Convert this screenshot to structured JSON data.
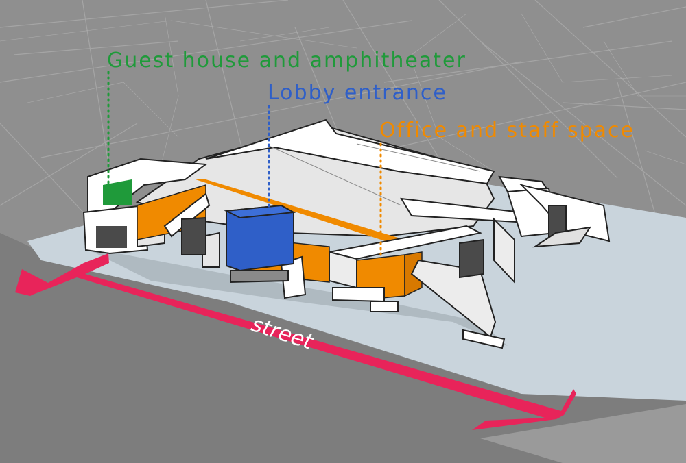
{
  "annotations": [
    {
      "id": "guest",
      "text": "Guest house and amphitheater",
      "color": "#1f9a3a"
    },
    {
      "id": "lobby",
      "text": "Lobby entrance",
      "color": "#2f5fc8"
    },
    {
      "id": "office",
      "text": "Office and staff space",
      "color": "#f08a00"
    }
  ],
  "street": {
    "label": "street",
    "color": "#e8245a",
    "label_color": "#ffffff"
  },
  "colors": {
    "background": "#8f8f8f",
    "map_lines": "#a9a9a9",
    "road": "#7d7d7d",
    "site": "#c9d4dc",
    "wall": "#ffffff",
    "roof": "#e6e6e6",
    "shadow": "#bdbdbd",
    "orange": "#f08a00",
    "blue": "#2f5fc8",
    "green": "#1f9a3a"
  }
}
